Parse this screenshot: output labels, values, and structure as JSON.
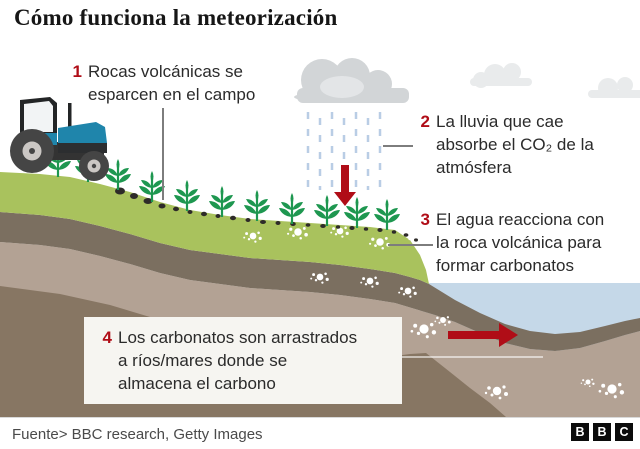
{
  "title": "Cómo funciona la meteorización",
  "annotations": [
    {
      "num": "1",
      "text": "Rocas volcánicas se\nesparcen en el campo"
    },
    {
      "num": "2",
      "text": "La lluvia que cae\nabsorbe el CO₂ de la\natmósfera"
    },
    {
      "num": "3",
      "text": "El agua reacciona con\nla roca volcánica para\nformar carbonatos"
    },
    {
      "num": "4",
      "text": "Los carbonatos son arrastrados\na ríos/mares donde se\nalmacena el carbono"
    }
  ],
  "footer": {
    "source": "Fuente> BBC research, Getty Images",
    "logo_letters": [
      "B",
      "B",
      "C"
    ]
  },
  "colors": {
    "accent_red": "#b00d17",
    "grass": "#a9c25d",
    "plant": "#1e9750",
    "dark_soil": "#7b6f60",
    "light_soil": "#b3a294",
    "deep_soil": "#877663",
    "water": "#c5d8e8",
    "cloud_dark": "#d2d5d7",
    "cloud_light": "#e9ebec",
    "rain": "#b9cde5",
    "connector": "#7d7d7d",
    "tractor_blue": "#1f85ab",
    "text": "#2b2b2b"
  }
}
